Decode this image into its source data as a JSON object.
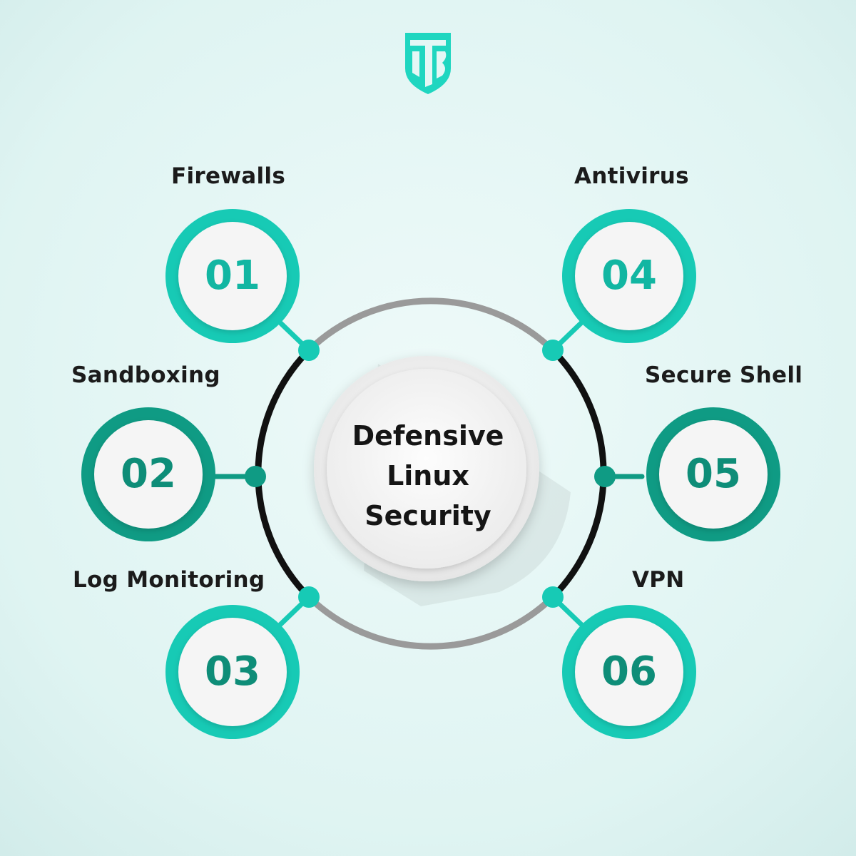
{
  "logo": {
    "text": "TTB"
  },
  "center": {
    "lines": [
      "Defensive",
      "Linux",
      "Security"
    ]
  },
  "items": [
    {
      "number": "01",
      "label": "Firewalls",
      "color": "#17cab5"
    },
    {
      "number": "02",
      "label": "Sandboxing",
      "color": "#0f9b84"
    },
    {
      "number": "03",
      "label": "Log Monitoring",
      "color": "#17cab5"
    },
    {
      "number": "04",
      "label": "Antivirus",
      "color": "#17cab5"
    },
    {
      "number": "05",
      "label": "Secure Shell",
      "color": "#0f9b84"
    },
    {
      "number": "06",
      "label": "VPN",
      "color": "#17cab5"
    }
  ],
  "colors": {
    "accent": "#17cab5",
    "accent_dark": "#0f9b84",
    "ring_dark": "#111111",
    "ring_gray": "#9a9a9a",
    "number_teal": "#12b6a2",
    "number_dark": "#0e8d78"
  }
}
